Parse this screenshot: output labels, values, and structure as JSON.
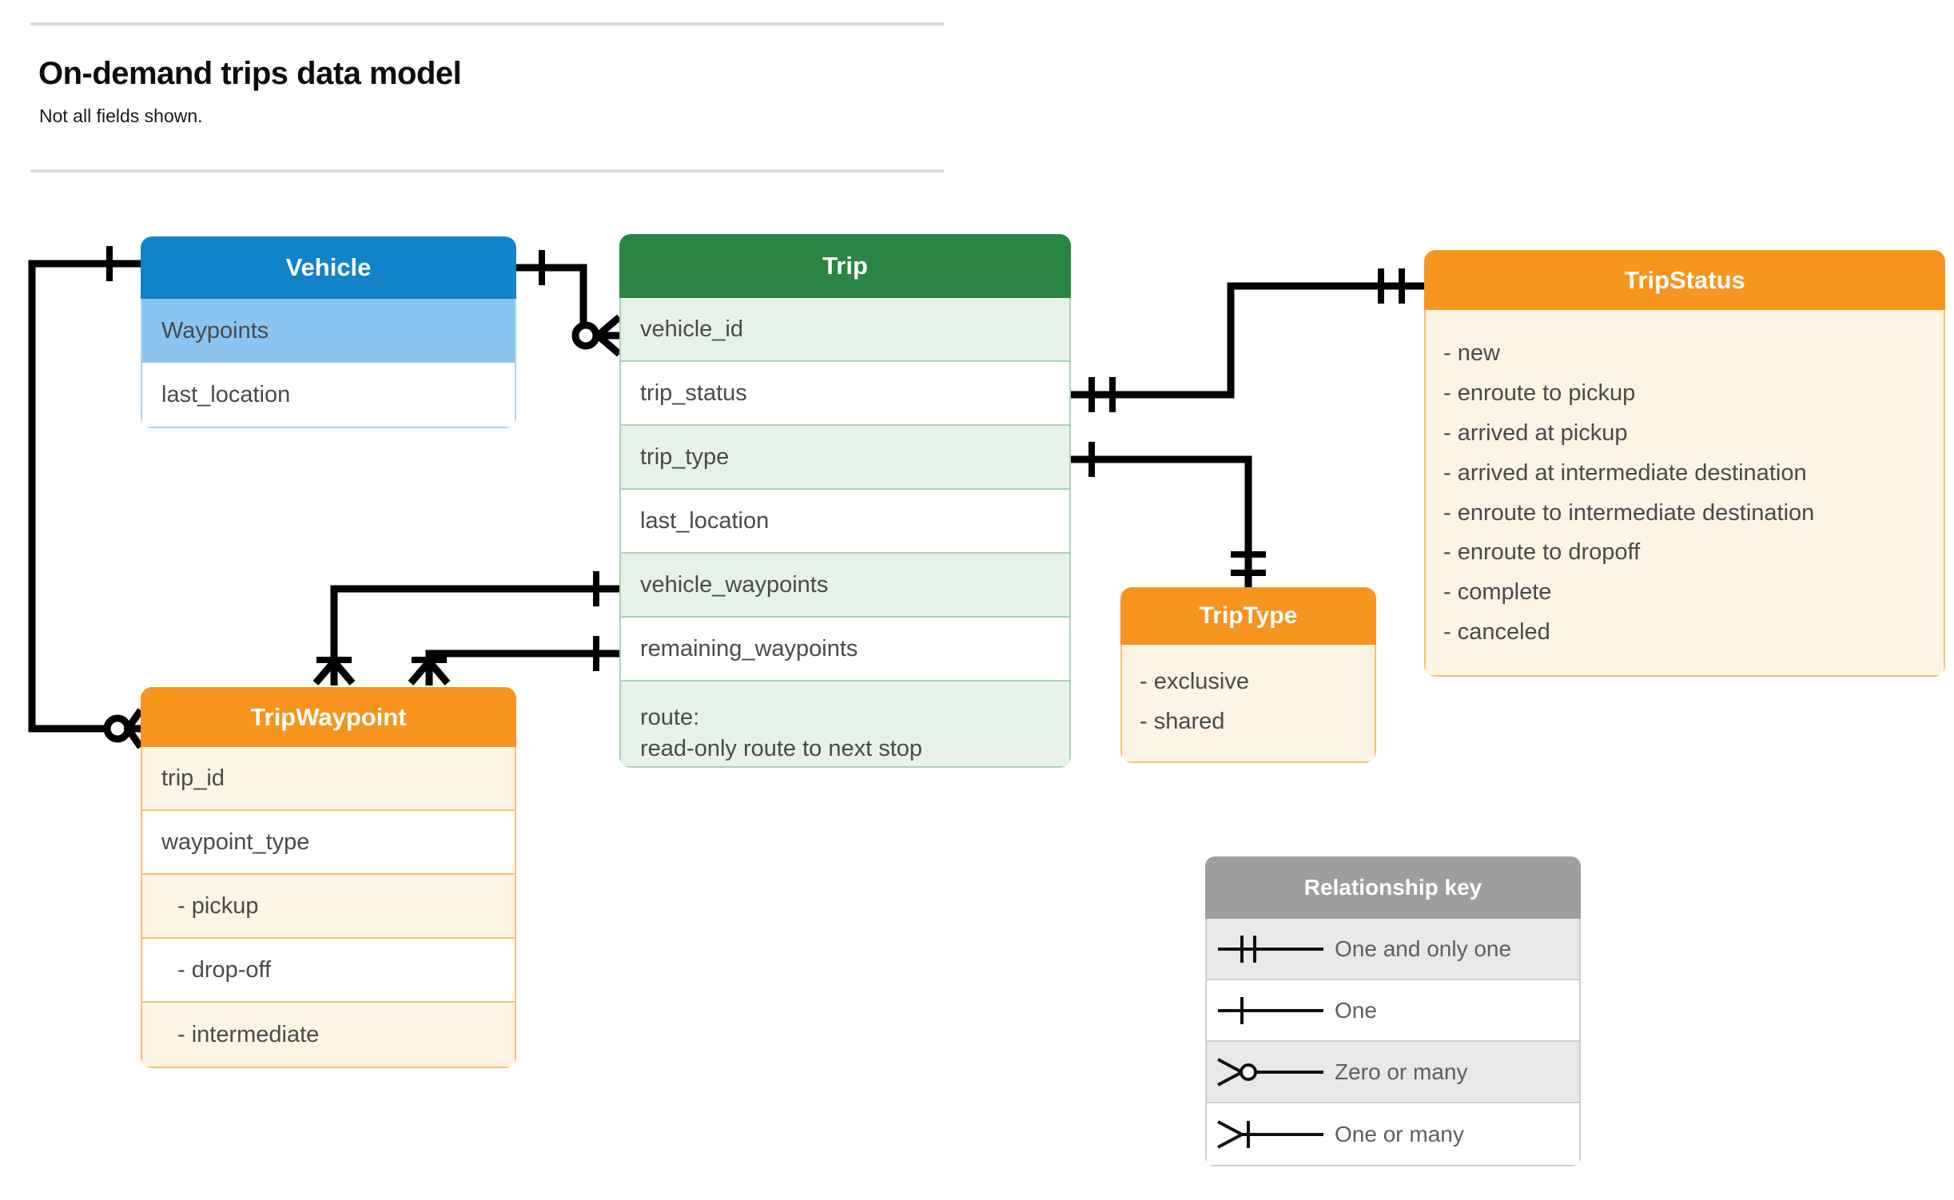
{
  "header": {
    "title": "On-demand trips data model",
    "subtitle": "Not all fields shown."
  },
  "entities": {
    "vehicle": {
      "name": "Vehicle",
      "header_color": "#1283c9",
      "rows": [
        {
          "label": "Waypoints"
        },
        {
          "label": "last_location"
        }
      ]
    },
    "trip": {
      "name": "Trip",
      "header_color": "#2a8443",
      "rows": [
        {
          "label": "vehicle_id"
        },
        {
          "label": "trip_status"
        },
        {
          "label": "trip_type"
        },
        {
          "label": "last_location"
        },
        {
          "label": "vehicle_waypoints"
        },
        {
          "label": "remaining_waypoints"
        },
        {
          "label": "route:\nread-only route to next stop"
        }
      ]
    },
    "trip_status": {
      "name": "TripStatus",
      "header_color": "#f7941e",
      "values": [
        "- new",
        "- enroute to pickup",
        "- arrived at pickup",
        "- arrived at intermediate destination",
        "- enroute to intermediate destination",
        "- enroute to dropoff",
        "- complete",
        "- canceled"
      ]
    },
    "trip_type": {
      "name": "TripType",
      "header_color": "#f7941e",
      "values": [
        "- exclusive",
        "- shared"
      ]
    },
    "trip_waypoint": {
      "name": "TripWaypoint",
      "header_color": "#f7941e",
      "rows": [
        {
          "label": "trip_id"
        },
        {
          "label": "waypoint_type"
        },
        {
          "label": "-  pickup"
        },
        {
          "label": "-  drop-off"
        },
        {
          "label": "-  intermediate"
        }
      ]
    }
  },
  "legend": {
    "title": "Relationship key",
    "items": [
      {
        "symbol": "one-and-only-one-icon",
        "label": "One and only one"
      },
      {
        "symbol": "one-icon",
        "label": "One"
      },
      {
        "symbol": "zero-or-many-icon",
        "label": "Zero or many"
      },
      {
        "symbol": "one-or-many-icon",
        "label": "One or many"
      }
    ]
  },
  "relationships": [
    {
      "from": "Vehicle",
      "from_cardinality": "one",
      "to": "Trip.vehicle_id",
      "to_cardinality": "zero or many"
    },
    {
      "from": "Vehicle.Waypoints",
      "from_cardinality": "one",
      "to": "TripWaypoint",
      "to_cardinality": "zero or many"
    },
    {
      "from": "Trip.trip_status",
      "from_cardinality": "one and only one",
      "to": "TripStatus",
      "to_cardinality": "one and only one"
    },
    {
      "from": "Trip.trip_type",
      "from_cardinality": "one and only one",
      "to": "TripType",
      "to_cardinality": "one and only one"
    },
    {
      "from": "Trip.vehicle_waypoints",
      "from_cardinality": "one",
      "to": "TripWaypoint",
      "to_cardinality": "one or many"
    },
    {
      "from": "Trip.remaining_waypoints",
      "from_cardinality": "one",
      "to": "TripWaypoint",
      "to_cardinality": "one or many"
    }
  ]
}
